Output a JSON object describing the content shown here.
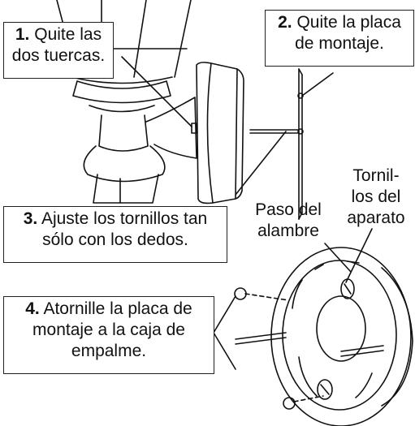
{
  "steps": [
    {
      "number": "1.",
      "line1": "Quite las",
      "line2": "dos tuercas."
    },
    {
      "number": "2.",
      "line1": "Quite la placa",
      "line2": "de montaje."
    },
    {
      "number": "3.",
      "line1": "Ajuste los tornillos tan",
      "line2": "sólo con los dedos."
    },
    {
      "number": "4.",
      "line1": "Atornille la placa de",
      "line2": "montaje a la caja de",
      "line3": "empalme."
    }
  ],
  "labels": {
    "wire_pass": {
      "line1": "Paso del",
      "line2": "alambre"
    },
    "fixture_screws": {
      "line1": "Tornil-",
      "line2": "los del",
      "line3": "aparato"
    }
  },
  "colors": {
    "line": "#111111",
    "background": "#ffffff"
  }
}
